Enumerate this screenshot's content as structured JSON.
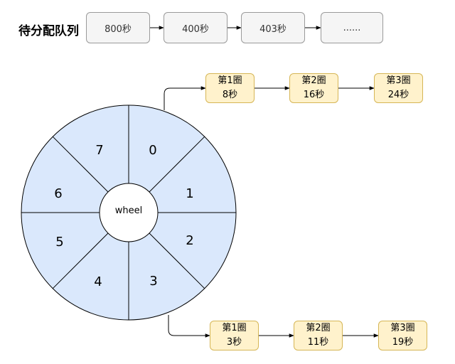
{
  "queue": {
    "label": "待分配队列",
    "items": [
      "800秒",
      "400秒",
      "403秒",
      "......"
    ]
  },
  "wheel": {
    "hub_label": "wheel",
    "slots": [
      "0",
      "1",
      "2",
      "3",
      "4",
      "5",
      "6",
      "7"
    ],
    "fill_color": "#dae8fc",
    "stroke_color": "#000000"
  },
  "chain_top": [
    {
      "round": "第1圈",
      "time": "8秒"
    },
    {
      "round": "第2圈",
      "time": "16秒"
    },
    {
      "round": "第3圈",
      "time": "24秒"
    }
  ],
  "chain_bottom": [
    {
      "round": "第1圈",
      "time": "3秒"
    },
    {
      "round": "第2圈",
      "time": "11秒"
    },
    {
      "round": "第3圈",
      "time": "19秒"
    }
  ],
  "task_fill": "#fff2cc",
  "task_stroke": "#d6b656"
}
